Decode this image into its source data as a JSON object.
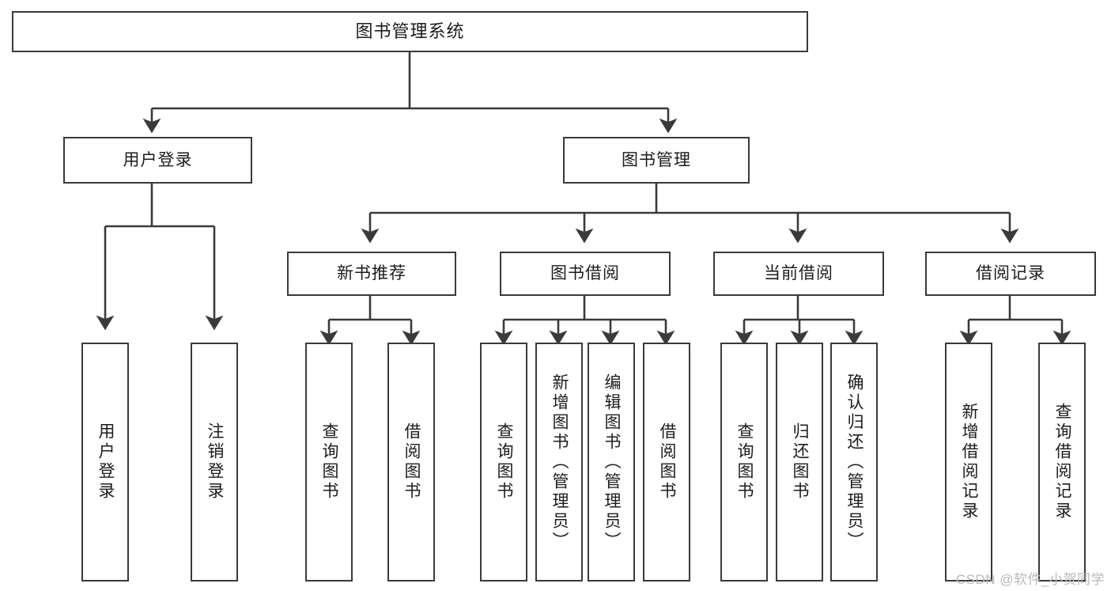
{
  "diagram": {
    "title": "图书管理系统",
    "watermark": "CSDN @软件_小贺同学",
    "line_color": "#3a3a3a",
    "box_fill": "#ffffff",
    "text_color": "#1c1c1c",
    "watermark_color": "#b9b9b9"
  },
  "nodes": {
    "root": {
      "label": "图书管理系统"
    },
    "level1": [
      {
        "label": "用户登录"
      },
      {
        "label": "图书管理"
      }
    ],
    "level2": [
      {
        "label": "新书推荐"
      },
      {
        "label": "图书借阅"
      },
      {
        "label": "当前借阅"
      },
      {
        "label": "借阅记录"
      }
    ],
    "login_children": [
      {
        "label": "用户登录"
      },
      {
        "label": "注销登录"
      }
    ],
    "newbook_children": [
      {
        "label": "查询图书"
      },
      {
        "label": "借阅图书"
      }
    ],
    "borrow_children": [
      {
        "label": "查询图书"
      },
      {
        "label": "新增图书（管理员）"
      },
      {
        "label": "编辑图书（管理员）"
      },
      {
        "label": "借阅图书"
      }
    ],
    "current_children": [
      {
        "label": "查询图书"
      },
      {
        "label": "归还图书"
      },
      {
        "label": "确认归还（管理员）"
      }
    ],
    "record_children": [
      {
        "label": "新增借阅记录"
      },
      {
        "label": "查询借阅记录"
      }
    ]
  }
}
